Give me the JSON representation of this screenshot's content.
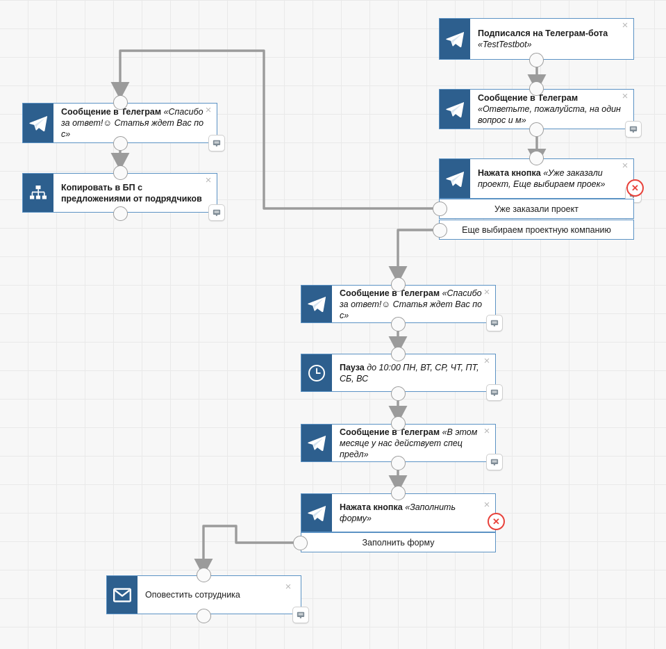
{
  "canvas": {
    "title": "Telegram bot automation flow canvas",
    "grid": true,
    "colors": {
      "node_border": "#5b92c4",
      "icon_bg": "#2d5f8e",
      "wire": "#9b9b9b",
      "error": "#e8413a",
      "background": "#f7f7f7",
      "grid_line": "#e9e9e9"
    }
  },
  "icons": {
    "telegram": "telegram-icon",
    "sitemap": "sitemap-icon",
    "clock": "clock-icon",
    "envelope": "envelope-icon",
    "comment": "comment-icon",
    "close": "close-icon",
    "error": "error-icon"
  },
  "labels": {
    "close": "×",
    "error": "✕"
  },
  "nodes": [
    {
      "id": "subscribed",
      "icon": "telegram-icon",
      "title": "Подписался на Телеграм-бота",
      "detail": "«TestTestbot»",
      "two_line": true,
      "has_comment_badge": false,
      "has_error_badge": false
    },
    {
      "id": "msg-answer-request",
      "icon": "telegram-icon",
      "title": "Сообщение в Телеграм",
      "detail": "«Ответьте, пожалуйста, на один вопрос и м»",
      "two_line": false,
      "has_comment_badge": true,
      "has_error_badge": false
    },
    {
      "id": "button-pressed-project",
      "icon": "telegram-icon",
      "title": "Нажата кнопка",
      "detail": "«Уже заказали проект, Еще выбираем проек»",
      "two_line": false,
      "has_comment_badge": true,
      "has_error_badge": true,
      "branches": [
        "Уже заказали проект",
        "Еще выбираем проектную компанию"
      ]
    },
    {
      "id": "msg-thanks-left",
      "icon": "telegram-icon",
      "title": "Сообщение в Телеграм",
      "detail": "«Спасибо за ответ!☺ Статья ждет Вас по с»",
      "two_line": false,
      "has_comment_badge": true,
      "has_error_badge": false
    },
    {
      "id": "copy-to-bp",
      "icon": "sitemap-icon",
      "title": "Копировать в БП с предложениями от подрядчиков",
      "detail": "",
      "two_line": false,
      "has_comment_badge": true,
      "has_error_badge": false
    },
    {
      "id": "msg-thanks-mid",
      "icon": "telegram-icon",
      "title": "Сообщение в Телеграм",
      "detail": "«Спасибо за ответ!☺ Статья ждет Вас по с»",
      "two_line": false,
      "has_comment_badge": true,
      "has_error_badge": false
    },
    {
      "id": "pause",
      "icon": "clock-icon",
      "title": "Пауза",
      "detail": "до 10:00 ПН, ВТ, СР, ЧТ, ПТ, СБ, ВС",
      "two_line": false,
      "has_comment_badge": true,
      "has_error_badge": false
    },
    {
      "id": "msg-special-offer",
      "icon": "telegram-icon",
      "title": "Сообщение в Телеграм",
      "detail": "«В этом месяце у нас действует спец предл»",
      "two_line": false,
      "has_comment_badge": true,
      "has_error_badge": false
    },
    {
      "id": "button-pressed-form",
      "icon": "telegram-icon",
      "title": "Нажата кнопка",
      "detail": "«Заполнить форму»",
      "two_line": false,
      "has_comment_badge": false,
      "has_error_badge": true,
      "branches": [
        "Заполнить форму"
      ]
    },
    {
      "id": "notify-employee",
      "icon": "envelope-icon",
      "title": "Оповестить сотрудника",
      "detail": "",
      "two_line": false,
      "has_comment_badge": true,
      "has_error_badge": false
    }
  ]
}
